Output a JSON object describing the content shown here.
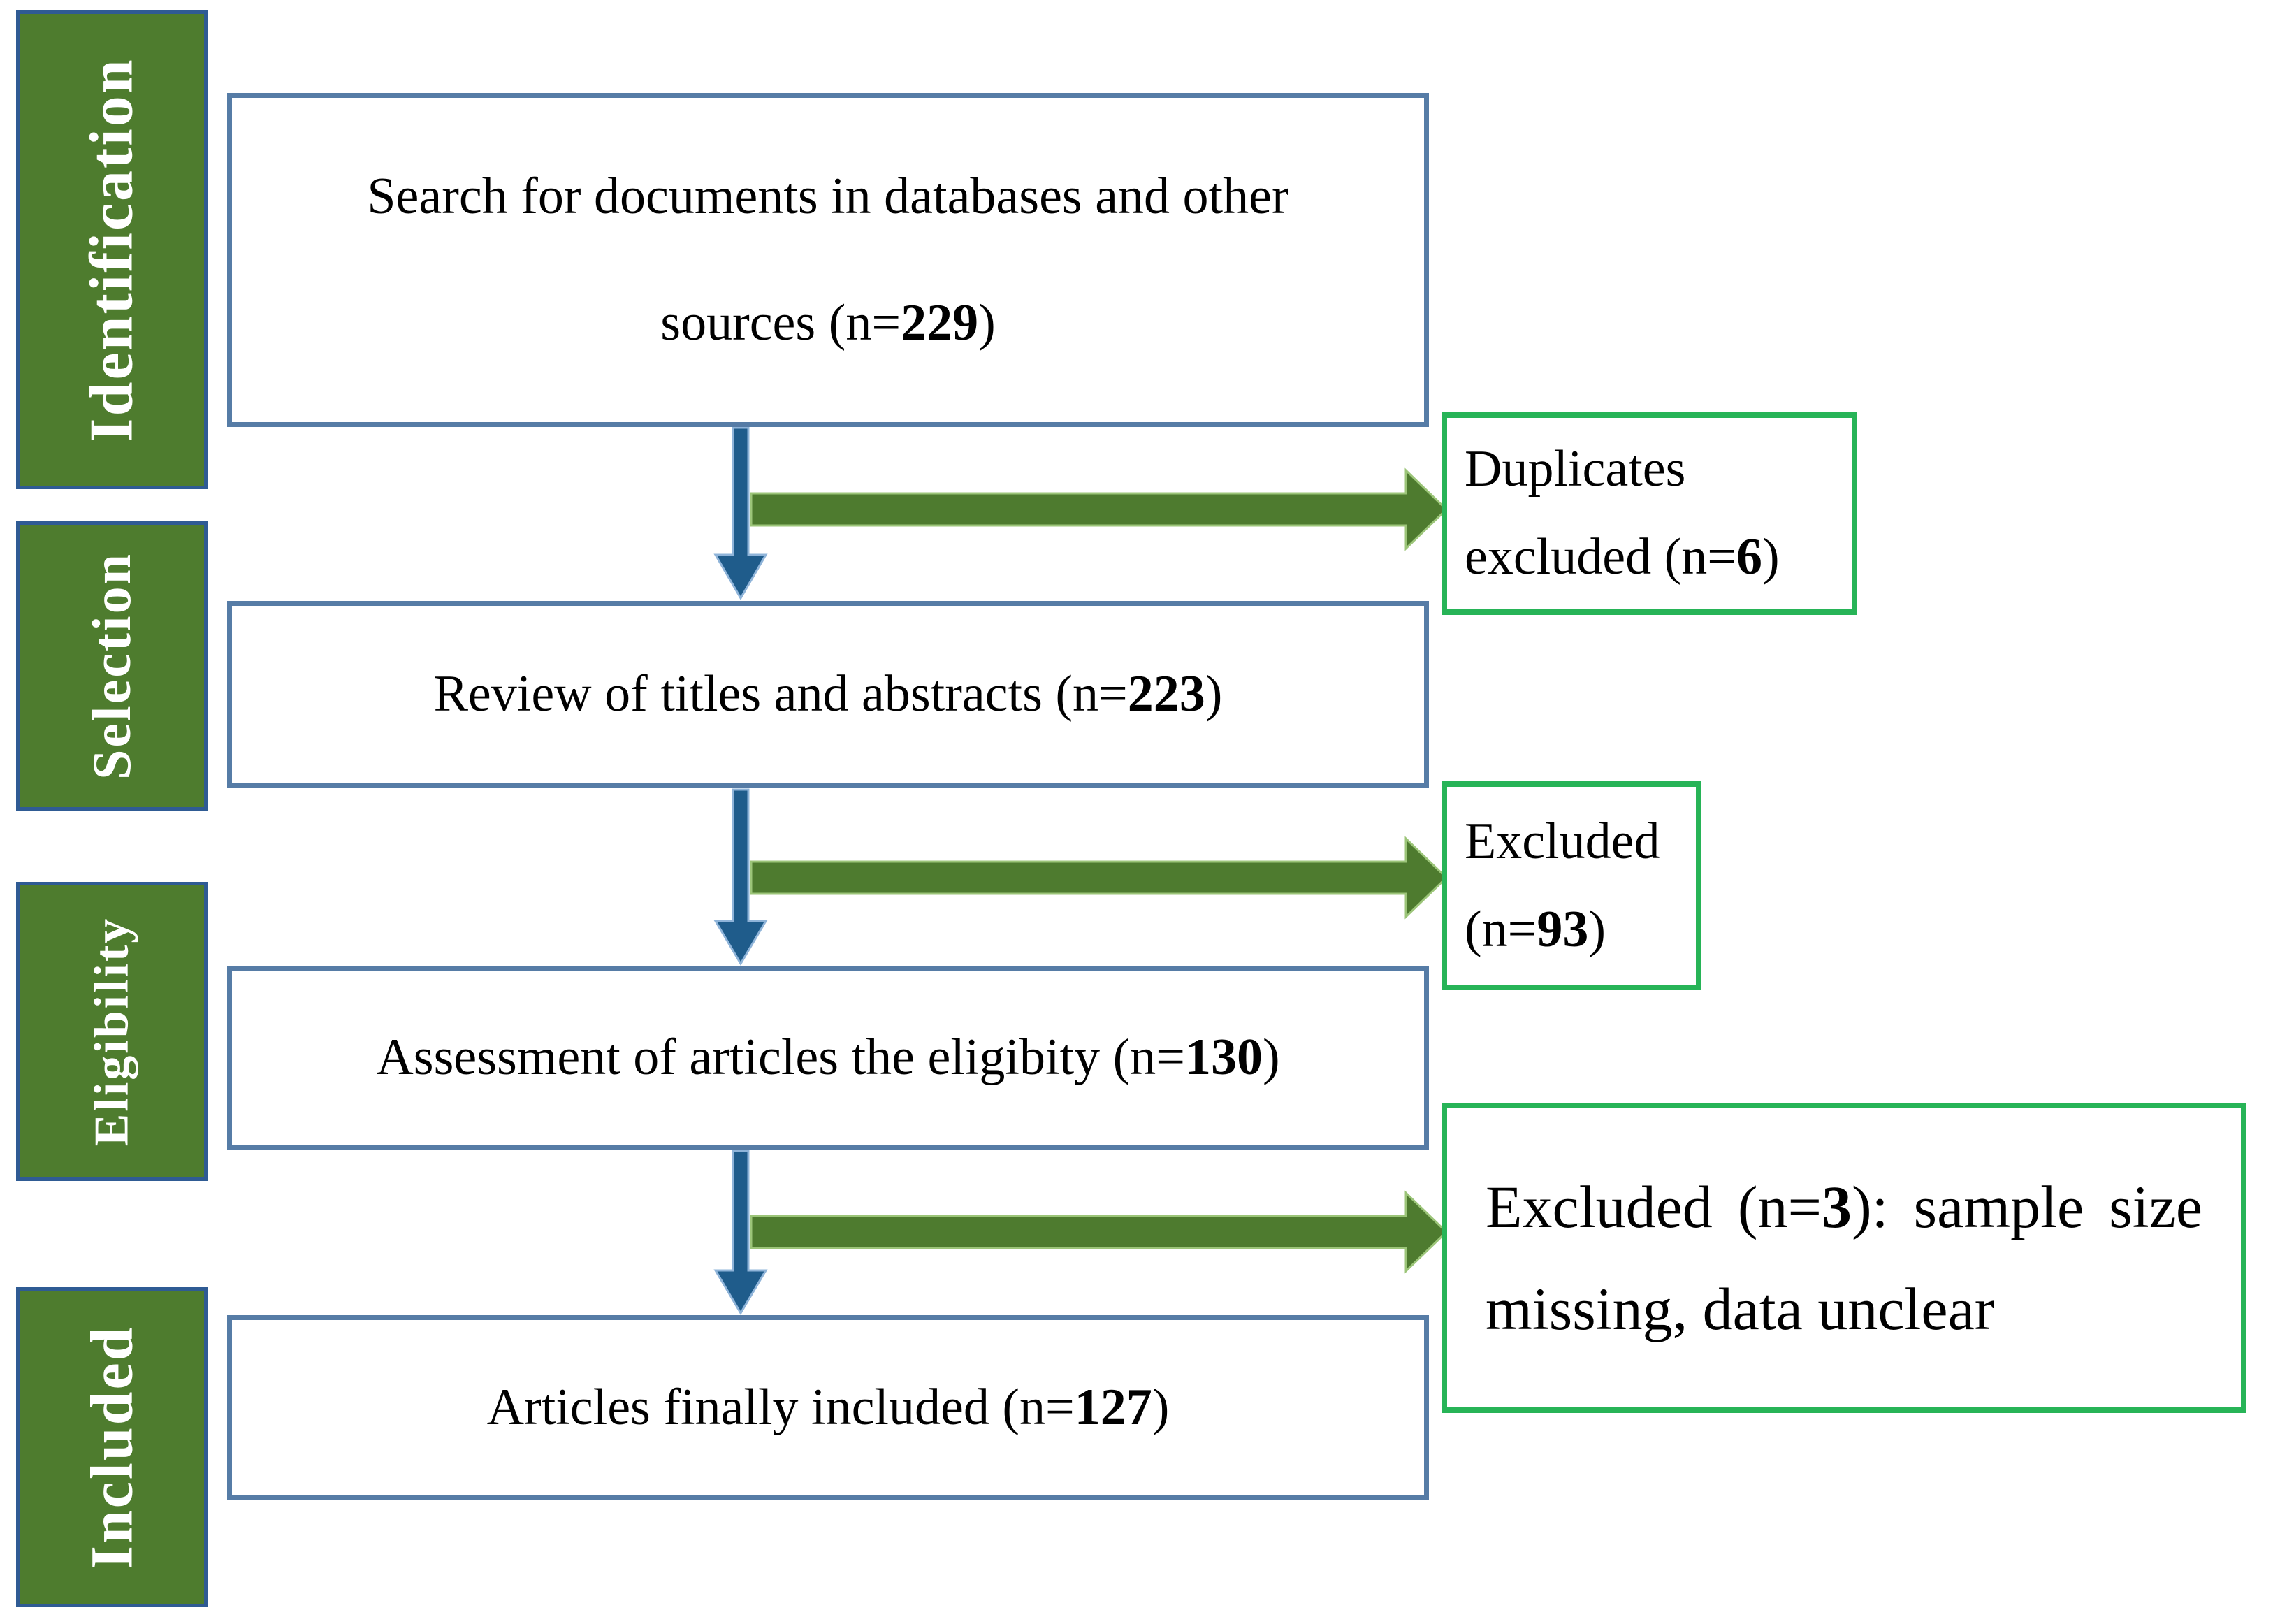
{
  "stages": [
    {
      "label": "Identification"
    },
    {
      "label": "Selection"
    },
    {
      "label": "Eligibility"
    },
    {
      "label": "Included"
    }
  ],
  "flow_boxes": [
    {
      "prefix": "Search for documents in databases and other sources (n=",
      "count": "229",
      "suffix": ")"
    },
    {
      "prefix": "Review of titles and abstracts (n=",
      "count": "223",
      "suffix": ")"
    },
    {
      "prefix": "Assessment of articles the eligibity (n=",
      "count": "130",
      "suffix": ")"
    },
    {
      "prefix": "Articles finally included (n=",
      "count": "127",
      "suffix": ")"
    }
  ],
  "exclusion_boxes": [
    {
      "prefix": "Duplicates excluded (n=",
      "count": "6",
      "suffix": ")"
    },
    {
      "prefix": "Excluded (n=",
      "count": "93",
      "suffix": ")"
    },
    {
      "prefix": "Excluded (n=",
      "count": "3",
      "suffix": "): sample size missing, data unclear"
    }
  ],
  "icons": {
    "down_arrow": "▼",
    "right_arrow": "►"
  },
  "colors": {
    "background": "#FFFFFF",
    "stage_fill": "#4E7C2E",
    "stage_border": "#2F5B94",
    "stage_text": "#FFFFFF",
    "flow_box_border": "#567CA6",
    "exclusion_box_border": "#27B457",
    "down_arrow_fill": "#1F5C8B",
    "down_arrow_edge": "#8FB4D9",
    "right_arrow_fill": "#4E7B2F",
    "right_arrow_edge": "#9CC579",
    "text": "#000000"
  }
}
